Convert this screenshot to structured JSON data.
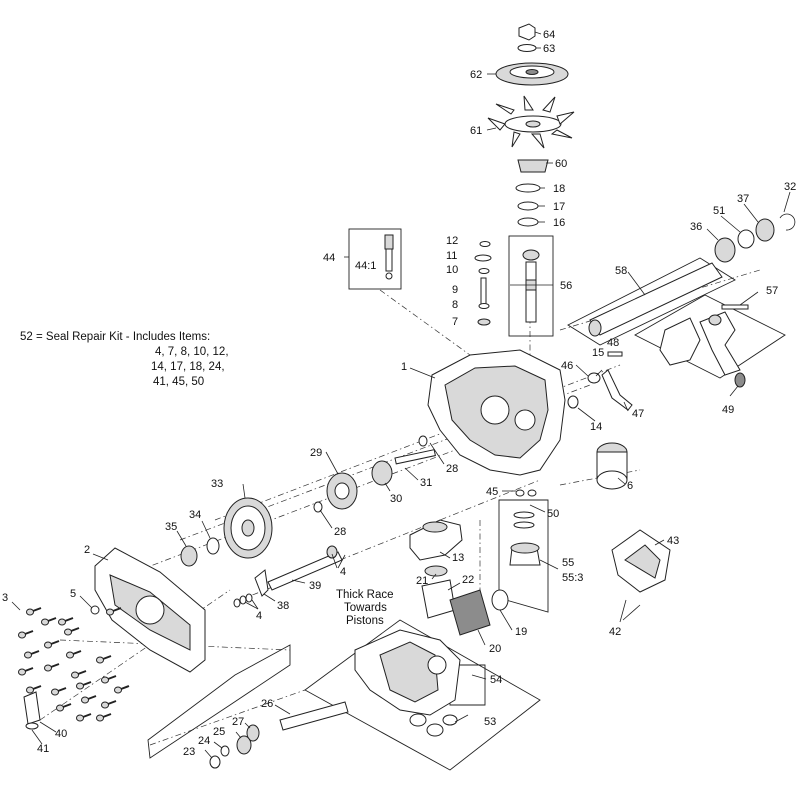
{
  "kit_note": {
    "line1": "52 = Seal Repair Kit - Includes Items:",
    "line2": "4, 7, 8, 10, 12,",
    "line3": "14, 17, 18, 24,",
    "line4": "41, 45, 50"
  },
  "annotation": {
    "line1": "Thick Race",
    "line2": "Towards",
    "line3": "Pistons"
  },
  "callouts": {
    "c64": "64",
    "c63": "63",
    "c62": "62",
    "c61": "61",
    "c60": "60",
    "c18": "18",
    "c17": "17",
    "c16": "16",
    "c32": "32",
    "c37": "37",
    "c51": "51",
    "c36": "36",
    "c44": "44",
    "c44_1": "44:1",
    "c12": "12",
    "c11": "11",
    "c10": "10",
    "c9": "9",
    "c8": "8",
    "c7": "7",
    "c56": "56",
    "c58": "58",
    "c57": "57",
    "c48": "48",
    "c15": "15",
    "c46": "46",
    "c47": "47",
    "c49": "49",
    "c1": "1",
    "c14": "14",
    "c29": "29",
    "c28a": "28",
    "c31": "31",
    "c30": "30",
    "c33": "33",
    "c28b": "28",
    "c45": "45",
    "c6": "6",
    "c50": "50",
    "c34": "34",
    "c35": "35",
    "c2": "2",
    "c13": "13",
    "c55": "55",
    "c55_3": "55:3",
    "c43": "43",
    "c4a": "4",
    "c39": "39",
    "c21": "21",
    "c22": "22",
    "c5": "5",
    "c3": "3",
    "c38": "38",
    "c4b": "4",
    "c19": "19",
    "c42": "42",
    "c20": "20",
    "c54": "54",
    "c26": "26",
    "c27": "27",
    "c25": "25",
    "c24": "24",
    "c23": "23",
    "c53": "53",
    "c40": "40",
    "c41": "41"
  }
}
